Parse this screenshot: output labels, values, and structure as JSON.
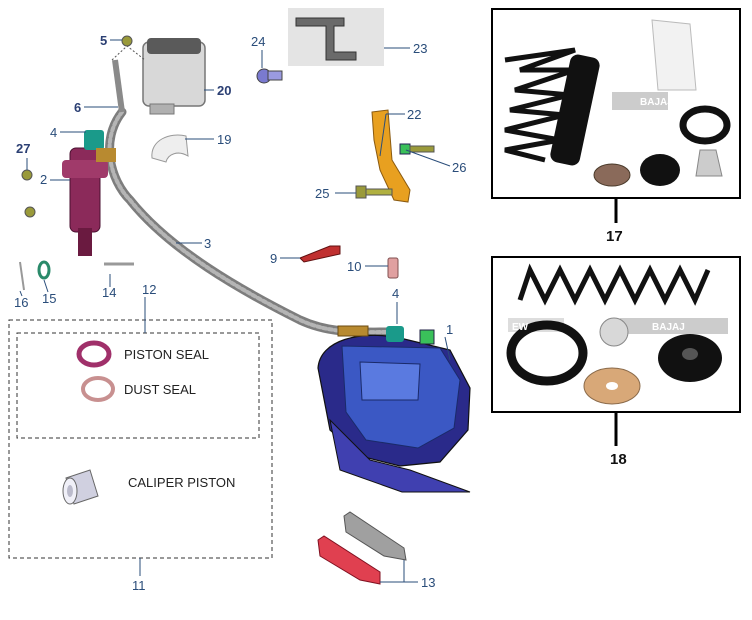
{
  "callouts": {
    "c1": "1",
    "c2": "2",
    "c3": "3",
    "c4a": "4",
    "c4b": "4",
    "c5": "5",
    "c6": "6",
    "c9": "9",
    "c10": "10",
    "c11": "11",
    "c12": "12",
    "c13": "13",
    "c14": "14",
    "c15": "15",
    "c16": "16",
    "c19": "19",
    "c20": "20",
    "c22": "22",
    "c23": "23",
    "c24": "24",
    "c25": "25",
    "c26": "26",
    "c27": "27"
  },
  "kit_labels": {
    "piston_seal": "PISTON SEAL",
    "dust_seal": "DUST SEAL",
    "caliper_piston": "CALIPER PISTON"
  },
  "inset_callouts": {
    "c17": "17",
    "c18": "18"
  },
  "watermarks": {
    "brand": "BAJAJ",
    "brand_b": "BAJAJ",
    "ew": "EW"
  },
  "colors": {
    "caliper": "#3b58c4",
    "caliper_dark": "#2a2a8a",
    "master_cylinder": "#8b2a5a",
    "hose": "#8a8a8a",
    "bracket": "#e8a020",
    "seal_red": "#a0306a",
    "leader": "#2a4d7a"
  }
}
